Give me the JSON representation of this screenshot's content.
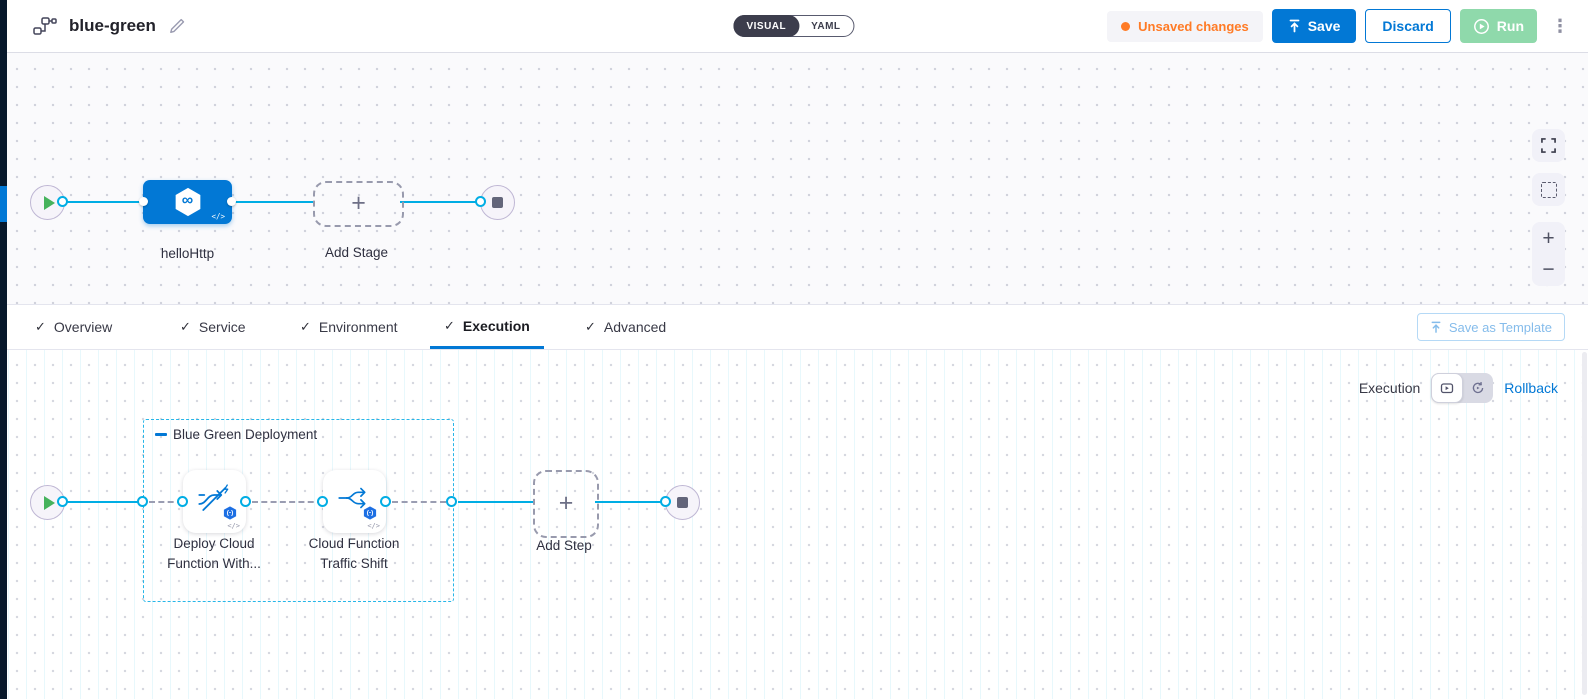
{
  "header": {
    "title": "blue-green",
    "mode_toggle": {
      "visual": "VISUAL",
      "yaml": "YAML"
    },
    "unsaved_changes": "Unsaved changes",
    "save": "Save",
    "discard": "Discard",
    "run": "Run"
  },
  "stage_pipeline": {
    "stage_name": "helloHttp",
    "add_stage": "Add Stage"
  },
  "tabs": {
    "items": [
      {
        "label": "Overview"
      },
      {
        "label": "Service"
      },
      {
        "label": "Environment"
      },
      {
        "label": "Execution"
      },
      {
        "label": "Advanced"
      }
    ],
    "active": "Execution",
    "save_as_template": "Save as Template"
  },
  "execution": {
    "mode_label": "Execution",
    "rollback": "Rollback",
    "group_label": "Blue Green Deployment",
    "steps": [
      {
        "label": "Deploy Cloud Function With..."
      },
      {
        "label": "Cloud Function Traffic Shift"
      }
    ],
    "add_step": "Add Step"
  },
  "icons": {
    "check": "✓",
    "kebab": "⋮",
    "plus": "+",
    "minus": "−",
    "infinity": "∞",
    "code": "</>",
    "function_badge": "(-)"
  },
  "colors": {
    "primary_blue": "#0278d5",
    "connector_cyan": "#00ade4",
    "unsaved_orange": "#ff7b26",
    "run_green": "#8fd9ab",
    "nav_dark": "#07182b",
    "canvas_grid": "#d4d6df"
  }
}
